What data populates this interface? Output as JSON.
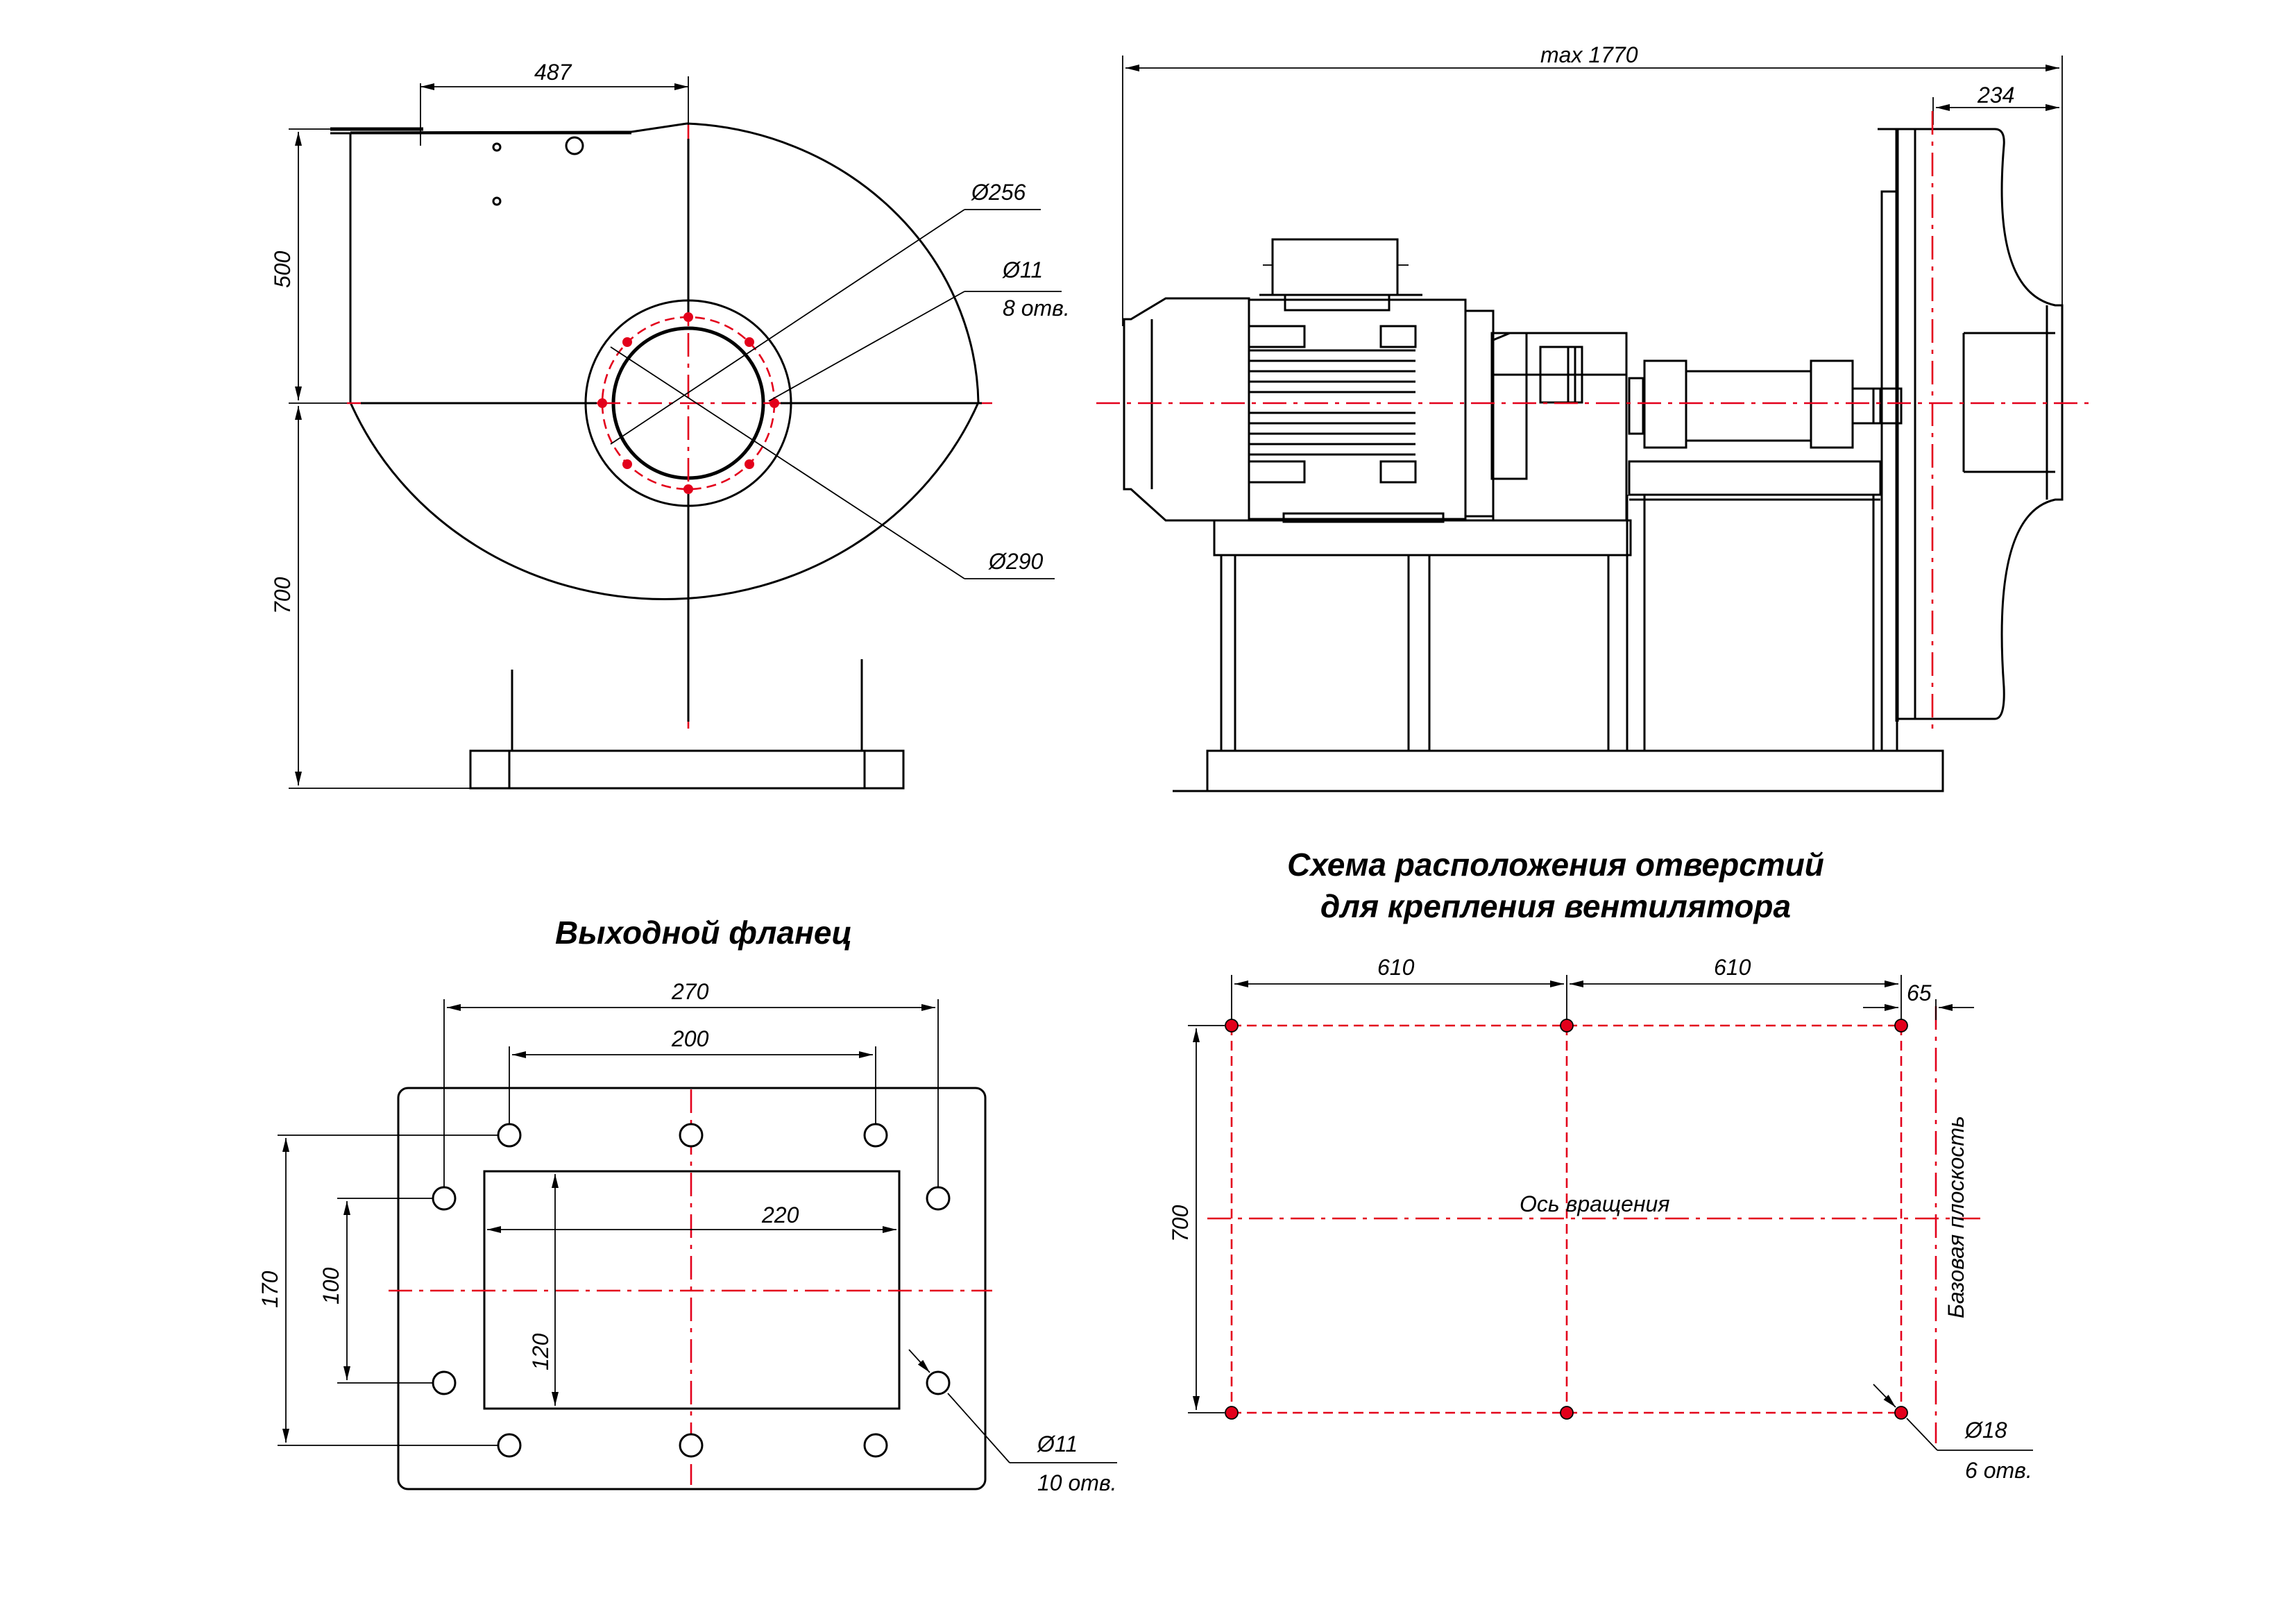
{
  "front_view": {
    "dim_top": "487",
    "dim_upper": "500",
    "dim_lower": "700",
    "dia_inner": "Ø256",
    "dia_holes": "Ø11",
    "holes_count": "8 отв.",
    "dia_outer": "Ø290"
  },
  "side_view": {
    "dim_total": "max 1770",
    "dim_inlet": "234"
  },
  "outlet_flange": {
    "title": "Выходной фланец",
    "dim_270": "270",
    "dim_200": "200",
    "dim_220": "220",
    "dim_170": "170",
    "dim_100": "100",
    "dim_120": "120",
    "dia_holes": "Ø11",
    "holes_count": "10 отв."
  },
  "mount_scheme": {
    "title_line1": "Схема расположения отверстий",
    "title_line2": "для крепления вентилятора",
    "dim_610_a": "610",
    "dim_610_b": "610",
    "dim_65": "65",
    "dim_700": "700",
    "axis_label": "Ось  вращения",
    "base_plane_label": "Базовая  плоскость",
    "dia_holes": "Ø18",
    "holes_count": "6 отв."
  },
  "colors": {
    "line": "#000000",
    "axis": "#e3001b"
  }
}
